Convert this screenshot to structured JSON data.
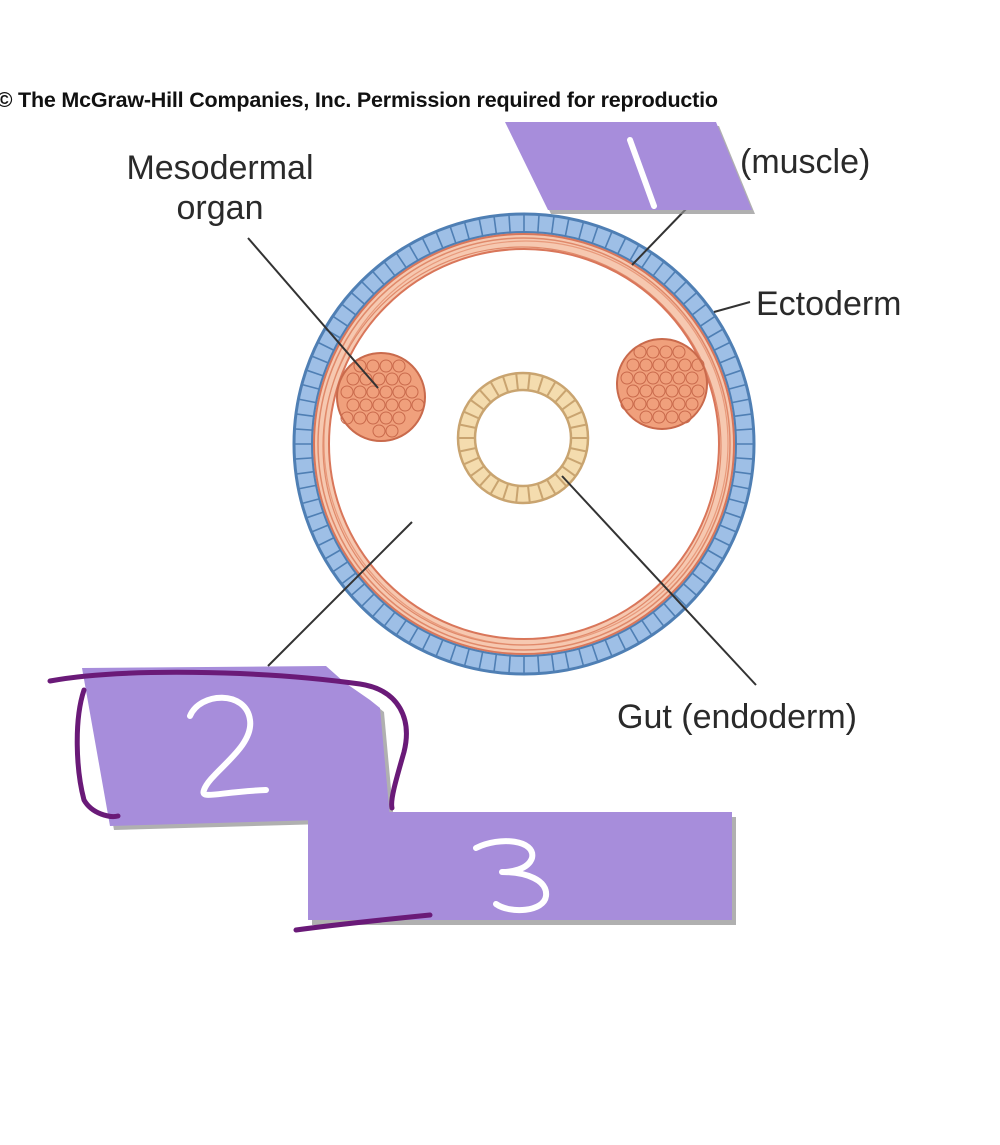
{
  "copyright_text": "ght © The McGraw-Hill Companies, Inc. Permission required for reproductio",
  "labels": {
    "mesodermal_organ_line1": "Mesodermal",
    "mesodermal_organ_line2": "organ",
    "muscle": "(muscle)",
    "ectoderm": "Ectoderm",
    "gut": "Gut (endoderm)"
  },
  "masks": {
    "mask_1": "1",
    "mask_2": "2",
    "mask_3": "3"
  },
  "colors": {
    "ectoderm_fill": "#9ebfe6",
    "ectoderm_stroke": "#4f7fb4",
    "muscle_fill": "#f2b89c",
    "muscle_stroke": "#d9765a",
    "organ_fill": "#f0a07c",
    "organ_stroke": "#c96a4c",
    "endoderm_fill": "#f4dcae",
    "endoderm_stroke": "#c9a470",
    "mask_fill": "#a78ddb",
    "mask_shadow": "#8a8a8a",
    "pen_stroke": "#6a1a78"
  }
}
